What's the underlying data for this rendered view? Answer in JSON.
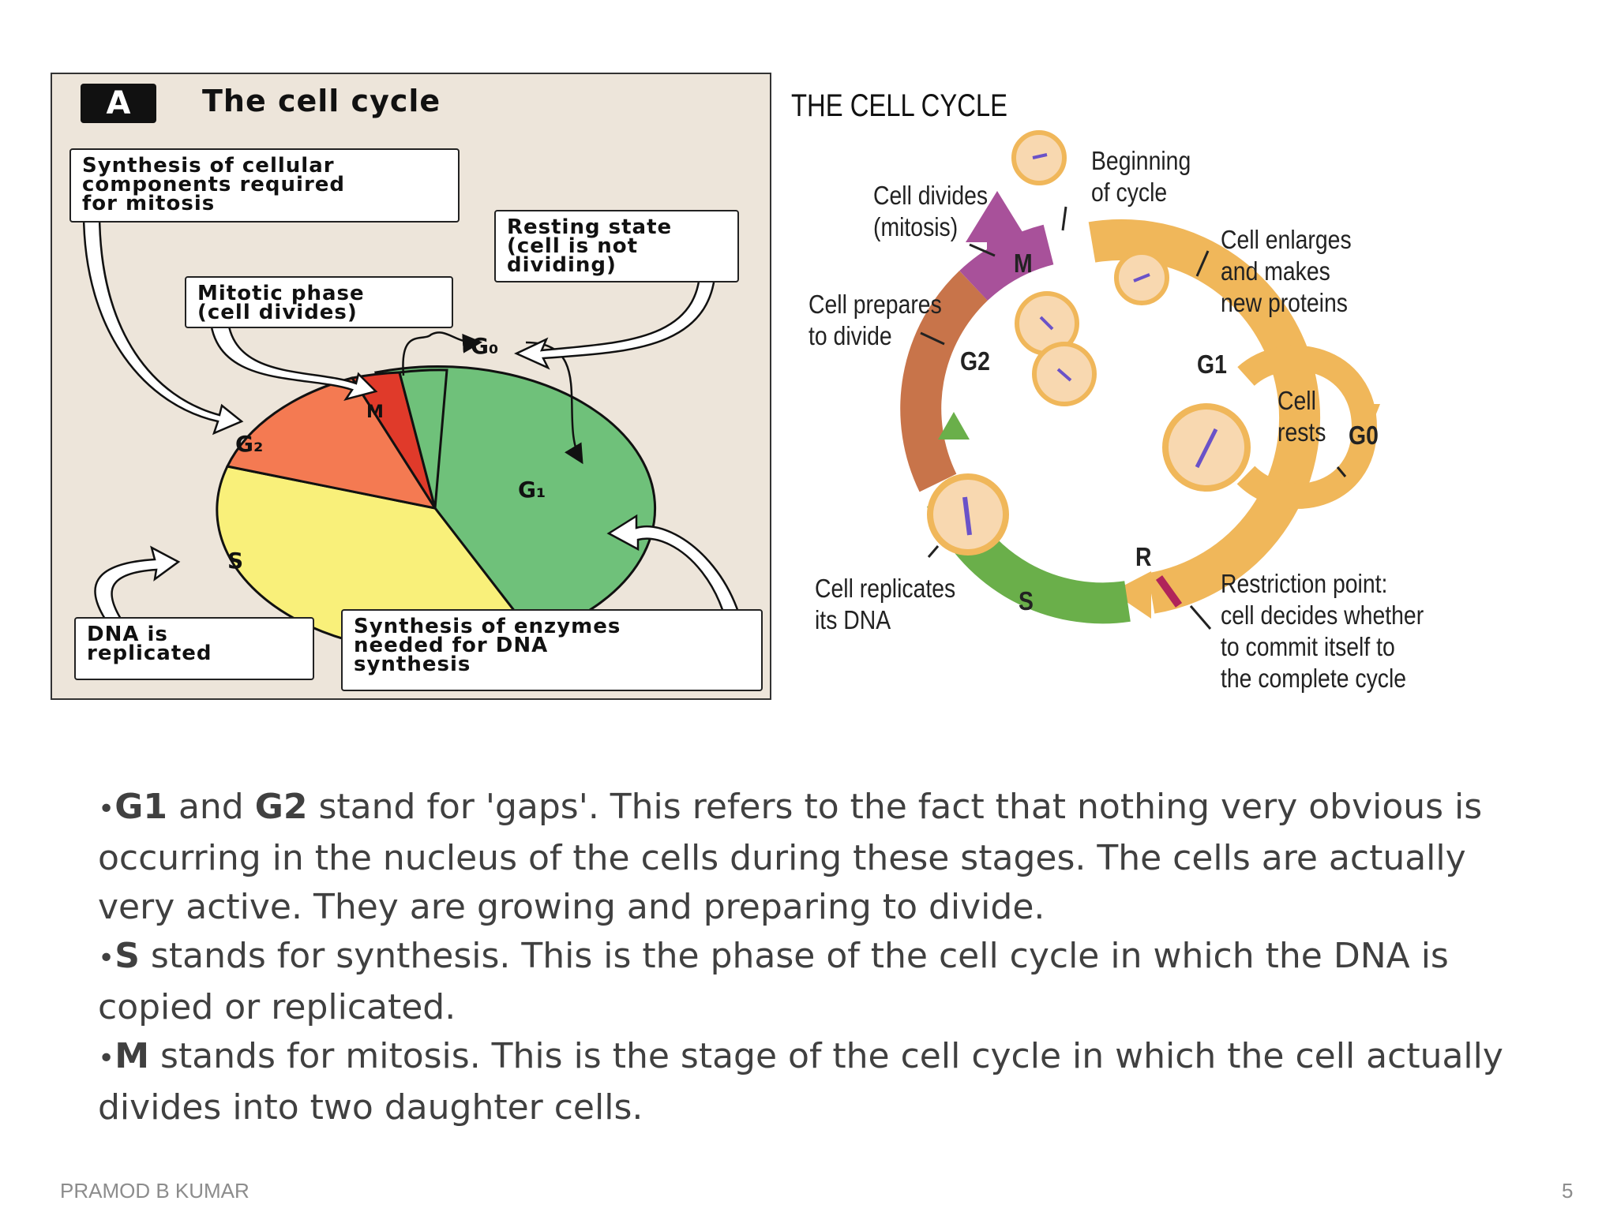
{
  "figure_a": {
    "badge": "A",
    "title": "The cell cycle",
    "callouts": {
      "synthesis_components": "Synthesis of cellular\ncomponents required\nfor mitosis",
      "resting_state": "Resting state\n(cell is not\ndividing)",
      "mitotic_phase": "Mitotic phase\n(cell divides)",
      "dna_replicated": "DNA is\nreplicated",
      "synthesis_enzymes": "Synthesis of enzymes\nneeded for DNA\nsynthesis"
    },
    "phase_labels": {
      "g0": "G₀",
      "g1": "G₁",
      "g2": "G₂",
      "m": "M",
      "s": "S"
    },
    "colors": {
      "g1": "#6fc17a",
      "g2": "#f47a52",
      "m": "#e03a2a",
      "s": "#f9f07a",
      "background": "#ede5da"
    }
  },
  "figure_b": {
    "title": "THE CELL CYCLE",
    "labels": {
      "beginning": "Beginning\nof cycle",
      "cell_divides": "Cell divides\n(mitosis)",
      "cell_enlarges": "Cell enlarges\nand makes\nnew proteins",
      "cell_prepares": "Cell prepares\nto divide",
      "cell_rests": "Cell\nrests",
      "cell_replicates": "Cell replicates\nits DNA",
      "restriction": "Restriction point:\ncell decides whether\nto commit itself to\nthe complete cycle"
    },
    "phase_labels": {
      "m": "M",
      "g1": "G1",
      "g2": "G2",
      "s": "S",
      "g0": "G0",
      "r": "R"
    },
    "colors": {
      "g1": "#f0b75a",
      "g2": "#c8744a",
      "m": "#a8519a",
      "s": "#6aaf4a",
      "restriction": "#b0245a"
    }
  },
  "body": {
    "p1_lead_bold_1": "G1",
    "p1_mid": " and ",
    "p1_lead_bold_2": "G2",
    "p1_rest": " stand for 'gaps'. This refers to the fact that nothing very obvious is occurring in the nucleus of the cells during these stages. The cells are actually very active. They are growing and preparing to divide.",
    "p2_bold": "S",
    "p2_rest": " stands for synthesis. This is the phase of the cell cycle in which the DNA is copied or replicated.",
    "p3_bold": "M",
    "p3_rest": " stands for mitosis. This is the stage of the cell cycle in which the cell actually divides into two daughter cells.",
    "bullet": "•"
  },
  "footer": {
    "author": "PRAMOD B KUMAR",
    "page_number": "5"
  }
}
